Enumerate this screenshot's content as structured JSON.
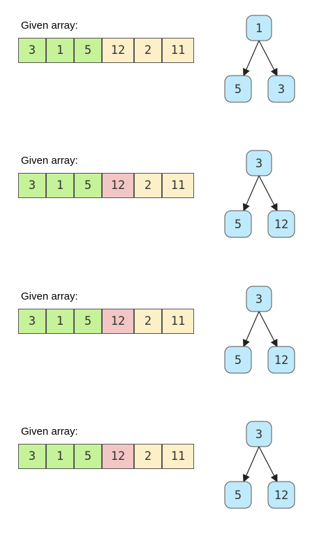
{
  "colors": {
    "green": "#c6f29a",
    "yellow": "#fdf0c8",
    "red": "#f3c6c6",
    "node_fill": "#bfeafb",
    "node_stroke": "#555555"
  },
  "panels": [
    {
      "caption": "Given array:",
      "array": [
        {
          "value": "3",
          "state": "green"
        },
        {
          "value": "1",
          "state": "green"
        },
        {
          "value": "5",
          "state": "green"
        },
        {
          "value": "12",
          "state": "yellow"
        },
        {
          "value": "2",
          "state": "yellow"
        },
        {
          "value": "11",
          "state": "yellow"
        }
      ],
      "tree": {
        "root": "1",
        "left": "5",
        "right": "3"
      }
    },
    {
      "caption": "Given array:",
      "array": [
        {
          "value": "3",
          "state": "green"
        },
        {
          "value": "1",
          "state": "green"
        },
        {
          "value": "5",
          "state": "green"
        },
        {
          "value": "12",
          "state": "red"
        },
        {
          "value": "2",
          "state": "yellow"
        },
        {
          "value": "11",
          "state": "yellow"
        }
      ],
      "tree": {
        "root": "3",
        "left": "5",
        "right": "12"
      }
    },
    {
      "caption": "Given array:",
      "array": [
        {
          "value": "3",
          "state": "green"
        },
        {
          "value": "1",
          "state": "green"
        },
        {
          "value": "5",
          "state": "green"
        },
        {
          "value": "12",
          "state": "red"
        },
        {
          "value": "2",
          "state": "yellow"
        },
        {
          "value": "11",
          "state": "yellow"
        }
      ],
      "tree": {
        "root": "3",
        "left": "5",
        "right": "12"
      }
    },
    {
      "caption": "Given array:",
      "array": [
        {
          "value": "3",
          "state": "green"
        },
        {
          "value": "1",
          "state": "green"
        },
        {
          "value": "5",
          "state": "green"
        },
        {
          "value": "12",
          "state": "red"
        },
        {
          "value": "2",
          "state": "yellow"
        },
        {
          "value": "11",
          "state": "yellow"
        }
      ],
      "tree": {
        "root": "3",
        "left": "5",
        "right": "12"
      }
    }
  ]
}
